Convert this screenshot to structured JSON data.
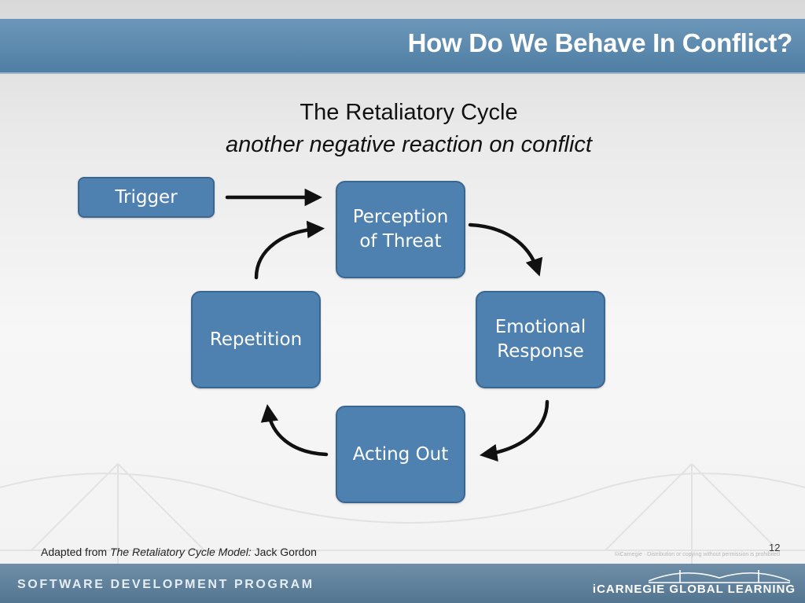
{
  "header": {
    "title": "How Do We Behave In Conflict?"
  },
  "diagram": {
    "title": "The Retaliatory Cycle",
    "subtitle": "another negative reaction on conflict",
    "nodes": {
      "trigger": "Trigger",
      "perception": "Perception\nof Threat",
      "emotional": "Emotional\nResponse",
      "acting": "Acting Out",
      "repetition": "Repetition"
    }
  },
  "caption": {
    "prefix": "Adapted from",
    "work": "The Retaliatory Cycle",
    "model_label": "Model:",
    "author": "Jack Gordon"
  },
  "page_number": "12",
  "fine_print": "©iCarnegie · Distribution or copying without permission is prohibited",
  "footer": {
    "program": "SOFTWARE DEVELOPMENT PROGRAM",
    "brand": "iCARNEGIE GLOBAL LEARNING"
  },
  "colors": {
    "header_bar": "#5a88ad",
    "node_fill": "#4f81b0",
    "node_border": "#3a6792",
    "arrow": "#111111",
    "footer_bar": "#5f7f99"
  }
}
